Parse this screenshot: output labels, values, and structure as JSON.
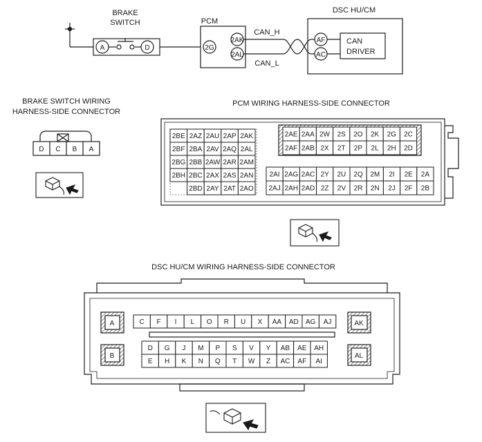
{
  "schematic": {
    "brake_switch_title": [
      "BRAKE",
      "SWITCH"
    ],
    "brake_terminal_a": "A",
    "brake_terminal_d": "D",
    "pcm_title": "PCM",
    "pcm_pin_2g": "2G",
    "pcm_pin_2ak": "2AK",
    "pcm_pin_2al": "2AL",
    "can_h": "CAN_H",
    "can_l": "CAN_L",
    "dsc_title": "DSC HU/CM",
    "dsc_pin_af": "AF",
    "dsc_pin_ac": "AC",
    "can_driver": [
      "CAN",
      "DRIVER"
    ]
  },
  "brake_connector": {
    "title": [
      "BRAKE SWITCH WIRING",
      "HARNESS-SIDE CONNECTOR"
    ],
    "pins": [
      "D",
      "C",
      "B",
      "A"
    ]
  },
  "pcm_connector": {
    "title": "PCM WIRING HARNESS-SIDE CONNECTOR",
    "left_rows": [
      [
        "2BE",
        "2AZ",
        "2AU",
        "2AP",
        "2AK"
      ],
      [
        "2BF",
        "2BA",
        "2AV",
        "2AQ",
        "2AL"
      ],
      [
        "2BG",
        "2BB",
        "2AW",
        "2AR",
        "2AM"
      ],
      [
        "2BH",
        "2BC",
        "2AX",
        "2AS",
        "2AN"
      ],
      [
        "2BD",
        "2AY",
        "2AT",
        "2AO"
      ]
    ],
    "right_rows": [
      [
        "2AE",
        "2AA",
        "2W",
        "2S",
        "2O",
        "2K",
        "2G",
        "2C"
      ],
      [
        "2AF",
        "2AB",
        "2X",
        "2T",
        "2P",
        "2L",
        "2H",
        "2D"
      ],
      [
        "2AI",
        "2AG",
        "2AC",
        "2Y",
        "2U",
        "2Q",
        "2M",
        "2I",
        "2E",
        "2A"
      ],
      [
        "2AJ",
        "2AH",
        "2AD",
        "2Z",
        "2V",
        "2R",
        "2N",
        "2J",
        "2F",
        "2B"
      ]
    ]
  },
  "dsc_connector": {
    "title": "DSC HU/CM WIRING HARNESS-SIDE CONNECTOR",
    "top_row": [
      "C",
      "F",
      "I",
      "L",
      "O",
      "R",
      "U",
      "X",
      "AA",
      "AD",
      "AG",
      "AJ"
    ],
    "mid_row": [
      "D",
      "G",
      "J",
      "M",
      "P",
      "S",
      "V",
      "Y",
      "AB",
      "AE",
      "AH"
    ],
    "bot_row": [
      "E",
      "H",
      "K",
      "N",
      "Q",
      "T",
      "W",
      "Z",
      "AC",
      "AF",
      "AI"
    ],
    "side_a": "A",
    "side_b": "B",
    "side_ak": "AK",
    "side_al": "AL"
  }
}
